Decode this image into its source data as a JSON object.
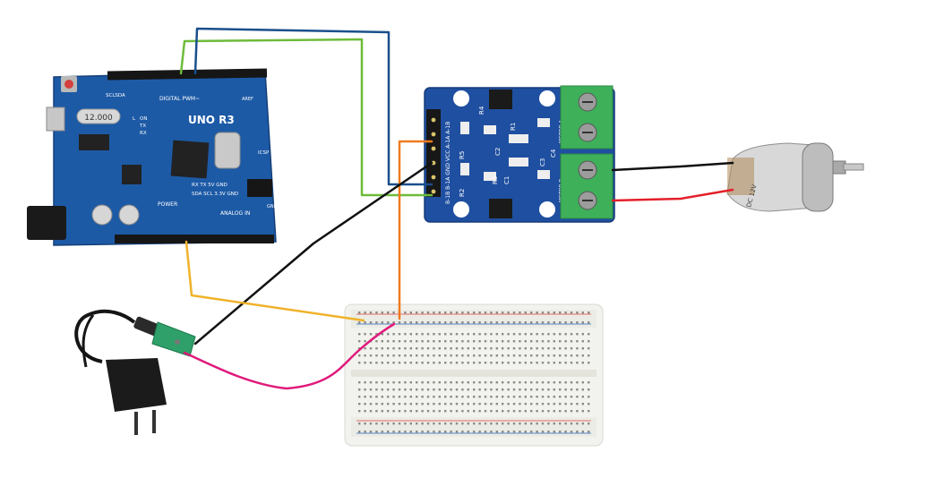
{
  "arduino": {
    "board_label": "UNO R3",
    "crystal_label": "12.000",
    "header_label_digital": "DIGITAL PWM~",
    "header_label_power": "POWER",
    "header_label_analog": "ANALOG IN",
    "i2c_label": "SCLSDA",
    "pin_tx_label": "TX",
    "pin_rx_label": "RX",
    "pin_on_label": "ON",
    "pin_l_label": "L",
    "icsp_label": "ICSP",
    "rx_tx_row": "RX  TX 5V  GND",
    "sda_row": "SDA  SCL 3.3V  GND",
    "gnd_label": "GND",
    "aref_label": "AREF"
  },
  "driver": {
    "pin_labels": "B-1B B-1A GND VCC A-1A A-1B",
    "r1": "R1",
    "r2": "R2",
    "r3": "R3",
    "r4": "R4",
    "r5": "R5",
    "c1": "C1",
    "c2": "C2",
    "c3": "C3",
    "c4": "C4",
    "motor_a_label": "MOTOR A",
    "motor_b_label": "MOTOR B"
  },
  "motor": {
    "label": "DC 12V"
  },
  "colors": {
    "arduino_blue": "#1d5aa6",
    "driver_blue": "#1f4fa0",
    "terminal_green": "#3fb05a",
    "wire_green": "#6dbb3a",
    "wire_blue": "#1a4f8c",
    "wire_yellow": "#f0b22a",
    "wire_orange": "#f07a1e",
    "wire_black": "#111111",
    "wire_red": "#e41f2a",
    "wire_magenta": "#e0197b"
  }
}
